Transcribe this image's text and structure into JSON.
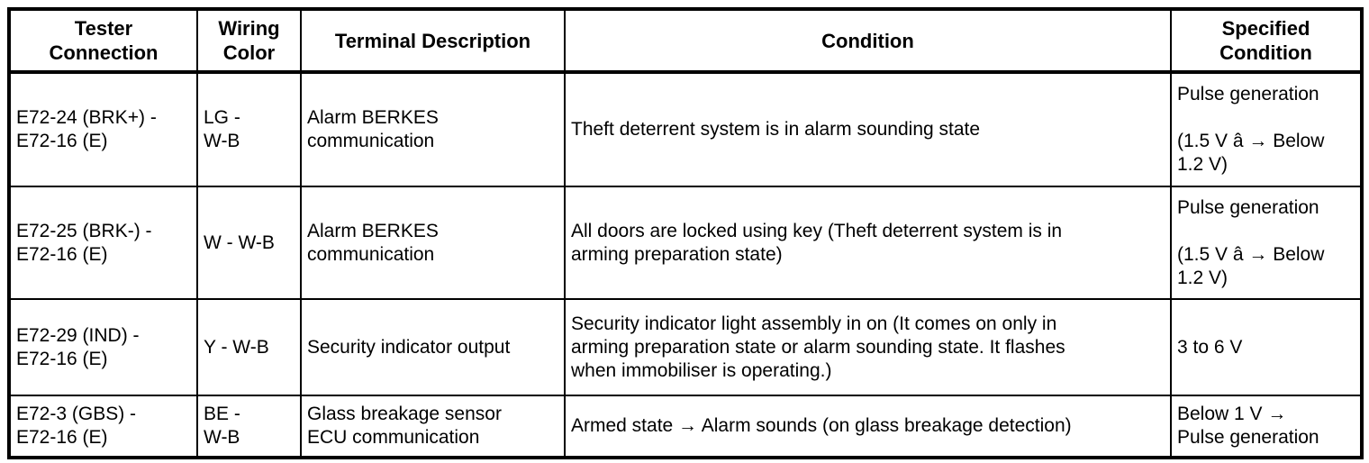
{
  "table": {
    "headers": [
      "Tester\nConnection",
      "Wiring\nColor",
      "Terminal Description",
      "Condition",
      "Specified\nCondition"
    ],
    "rows": [
      {
        "tester_connection": "E72-24 (BRK+) -\nE72-16 (E)",
        "wiring_color": "LG -\nW-B",
        "terminal_description": "Alarm BERKES\ncommunication",
        "condition": "Theft deterrent system is in alarm sounding state",
        "specified_condition": "Pulse generation\n\n(1.5 V â → Below\n1.2 V)"
      },
      {
        "tester_connection": "E72-25 (BRK-) -\nE72-16 (E)",
        "wiring_color": "W - W-B",
        "terminal_description": "Alarm BERKES\ncommunication",
        "condition": "All doors are locked using key (Theft deterrent system is in\narming preparation state)",
        "specified_condition": "Pulse generation\n\n(1.5 V â → Below\n1.2 V)"
      },
      {
        "tester_connection": "E72-29 (IND) -\nE72-16 (E)",
        "wiring_color": "Y - W-B",
        "terminal_description": "Security indicator output",
        "condition": "Security indicator light assembly in on (It comes on only in\narming preparation state or alarm sounding state. It flashes\nwhen immobiliser is operating.)",
        "specified_condition": "3 to 6 V"
      },
      {
        "tester_connection": "E72-3 (GBS) -\nE72-16 (E)",
        "wiring_color": "BE -\nW-B",
        "terminal_description": "Glass breakage sensor\nECU communication",
        "condition": "Armed state → Alarm sounds (on glass breakage detection)",
        "specified_condition": "Below 1 V →\nPulse generation"
      }
    ]
  }
}
